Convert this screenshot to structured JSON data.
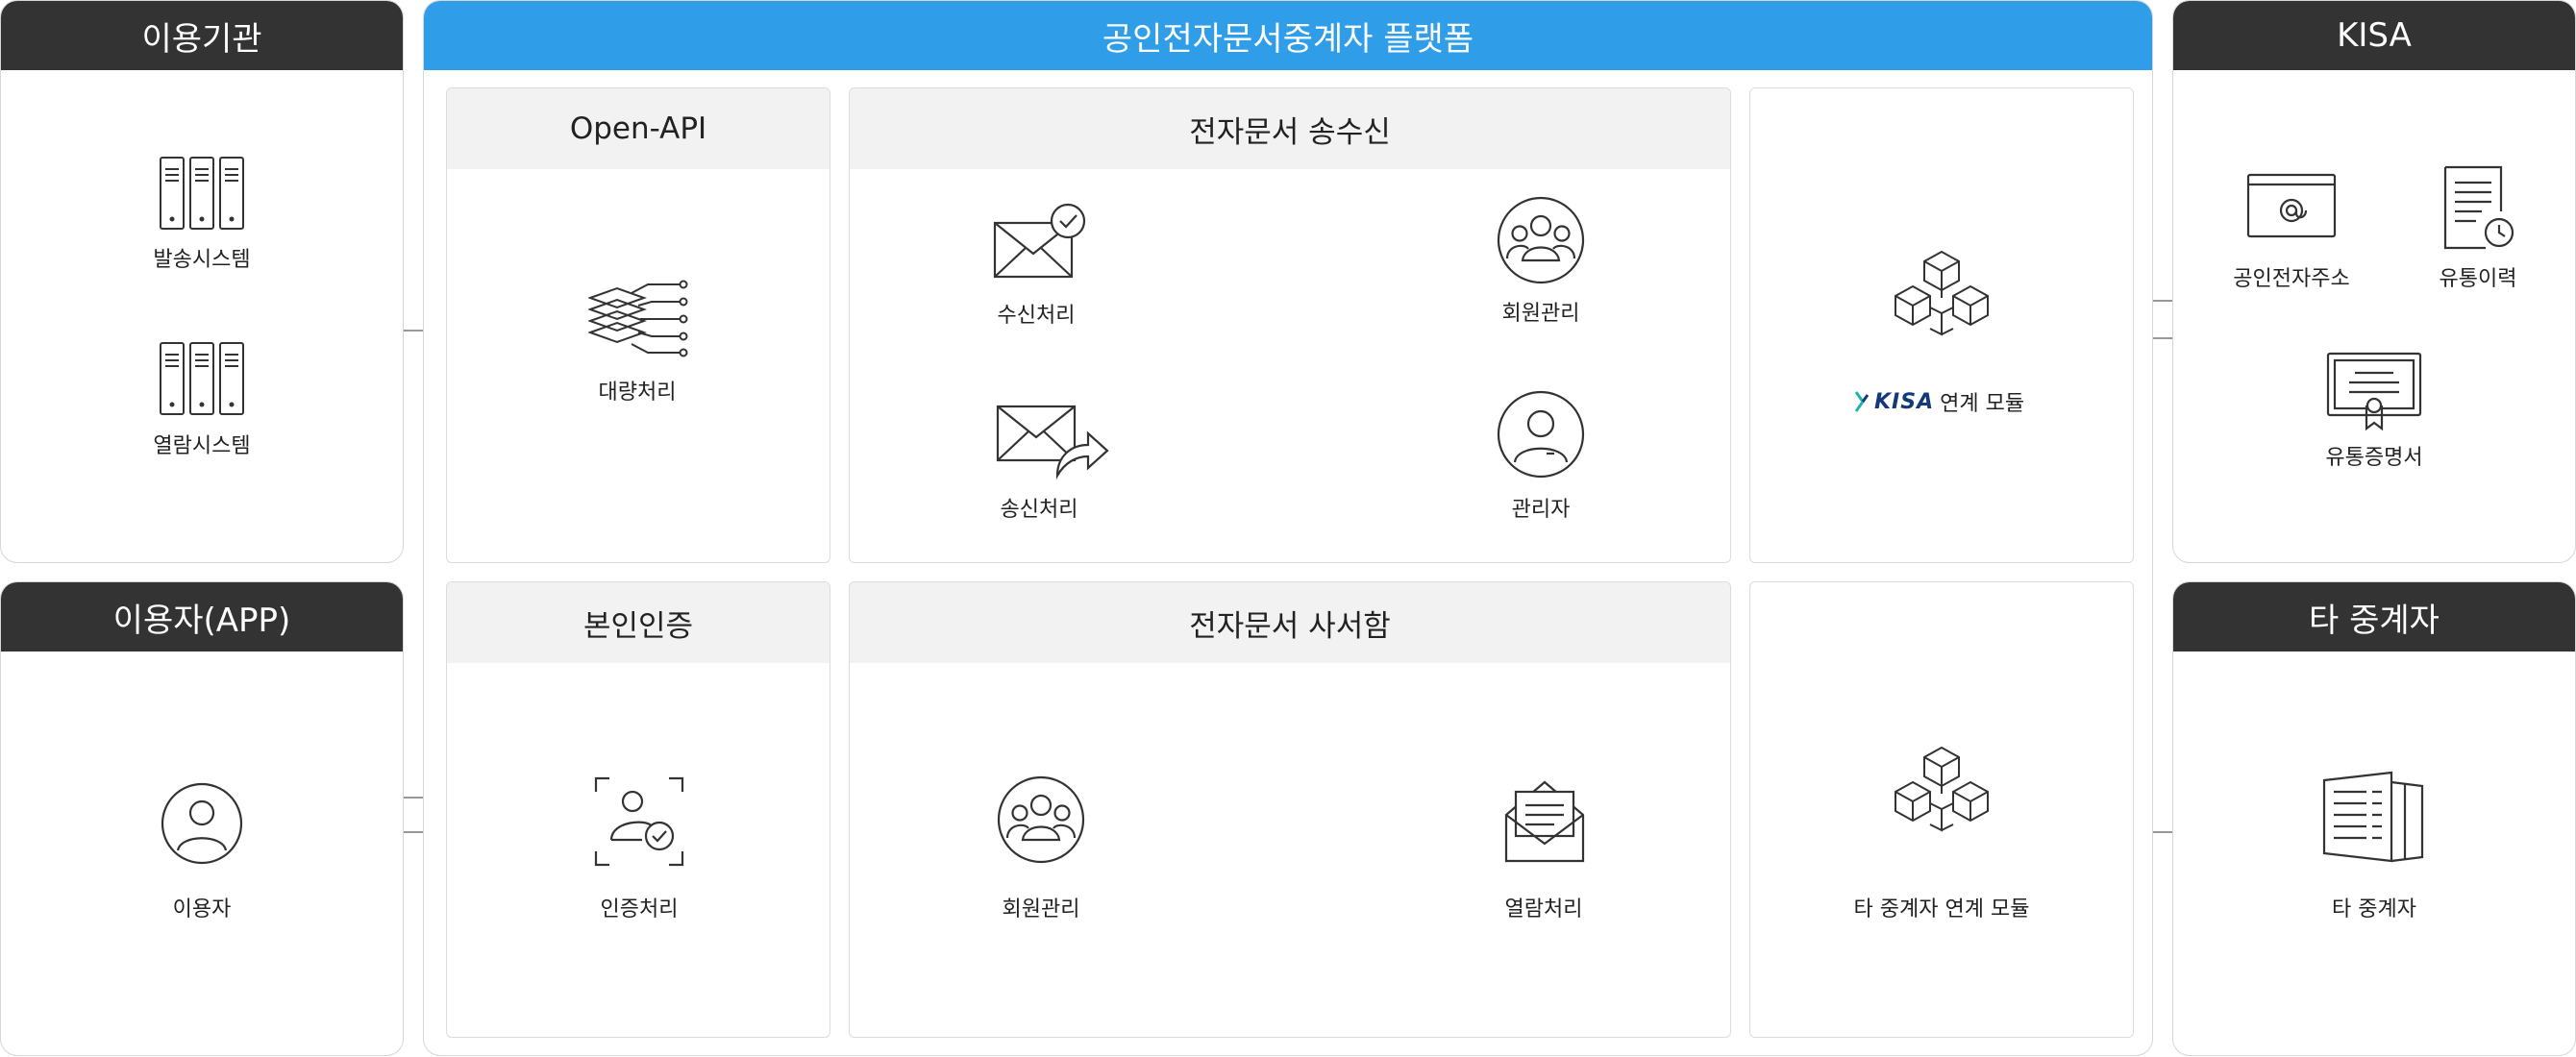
{
  "panels": {
    "institution": {
      "title": "이용기관",
      "items": [
        "발송시스템",
        "열람시스템"
      ]
    },
    "platform": {
      "title": "공인전자문서중계자 플랫폼"
    },
    "kisa": {
      "title": "KISA",
      "items": [
        "공인전자주소",
        "유통이력",
        "유통증명서"
      ]
    },
    "user": {
      "title": "이용자(APP)",
      "items": [
        "이용자"
      ]
    },
    "other": {
      "title": "타 중계자",
      "items": [
        "타 중계자"
      ]
    }
  },
  "sections": {
    "openapi": {
      "title": "Open-API",
      "items": [
        "대량처리"
      ]
    },
    "send_receive": {
      "title": "전자문서 송수신",
      "items": [
        "수신처리",
        "회원관리",
        "송신처리",
        "관리자"
      ]
    },
    "kisa_module": {
      "logo": "KISA",
      "label": "연계 모듈"
    },
    "identity": {
      "title": "본인인증",
      "items": [
        "인증처리"
      ]
    },
    "mailbox": {
      "title": "전자문서 사서함",
      "items": [
        "회원관리",
        "열람처리"
      ]
    },
    "other_module": {
      "label": "타 중계자 연계 모듈"
    }
  },
  "colors": {
    "dark_header": "#333333",
    "platform_header": "#2f9de8",
    "section_header": "#f2f2f2",
    "kisa_logo": "#123a7a",
    "kisa_logo_accent": "#1fb5a8",
    "line": "#666666"
  }
}
